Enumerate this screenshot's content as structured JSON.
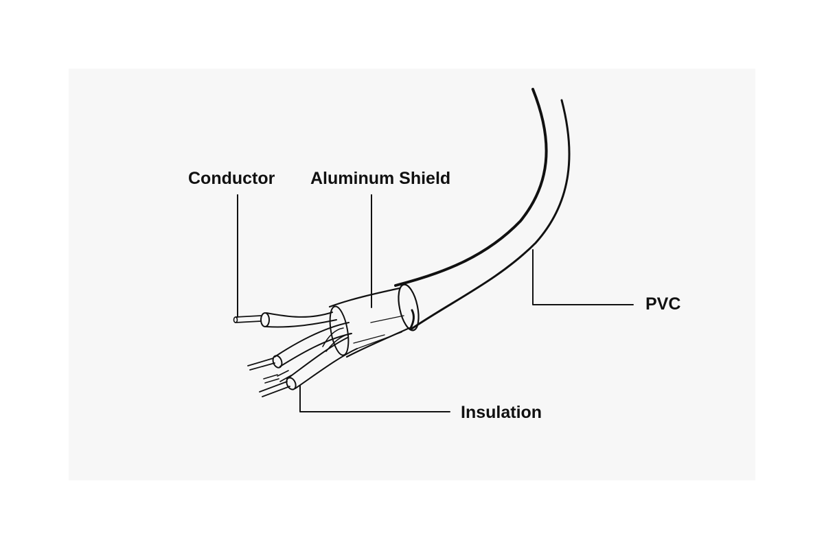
{
  "labels": {
    "conductor": "Conductor",
    "aluminum_shield": "Aluminum Shield",
    "pvc": "PVC",
    "insulation": "Insulation"
  },
  "colors": {
    "ink": "#111111",
    "panel": "#f7f7f7",
    "background": "#ffffff"
  }
}
